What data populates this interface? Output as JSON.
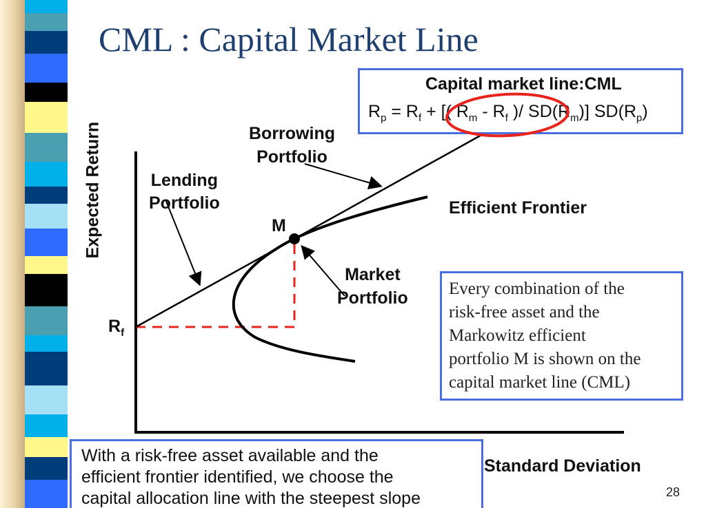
{
  "slide": {
    "title": "CML : Capital Market Line",
    "page_number": "28"
  },
  "formula_box": {
    "heading": "Capital market line:CML",
    "parts": {
      "rp": "R",
      "rp_sub": "p",
      "eq": " = ",
      "rf": "R",
      "rf_sub": "f",
      "plus": " + [( ",
      "rm": "R",
      "rm_sub": "m",
      "minus": " - ",
      "rf2": "R",
      "rf2_sub": "f",
      "div": " )/ SD(",
      "rm2": "R",
      "rm2_sub": "m",
      "close": ")] SD(",
      "rp2": "R",
      "rp2_sub": "p",
      "end": ")"
    }
  },
  "diagram": {
    "y_axis_label": "Expected Return",
    "x_axis_label": "Standard Deviation",
    "rf_label": "R",
    "rf_sub": "f",
    "m_label": "M",
    "lending_label": [
      "Lending",
      "Portfolio"
    ],
    "borrowing_label": [
      "Borrowing",
      "Portfolio"
    ],
    "frontier_label": "Efficient Frontier",
    "market_label": [
      "Market",
      "Portfolio"
    ]
  },
  "note_box": {
    "lines": [
      "Every combination of the",
      "risk-free asset and the",
      "Markowitz efficient",
      "portfolio M is shown on the",
      "capital market line (CML)"
    ]
  },
  "bottom_box": {
    "lines": [
      "With a risk-free asset available and the",
      "efficient frontier identified, we choose the",
      "capital allocation line with the steepest slope"
    ]
  },
  "colors": {
    "title": "#1f3f6e",
    "box_border": "#4a6ee0",
    "highlight": "#e8231c"
  }
}
